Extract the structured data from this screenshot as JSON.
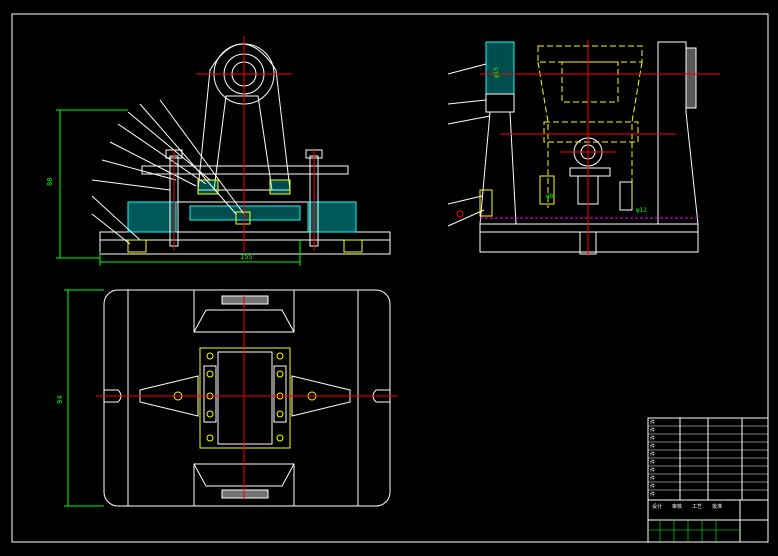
{
  "drawing": {
    "colors": {
      "background": "#000000",
      "outline": "#ffffff",
      "dimension": "#00ff00",
      "centerline": "#ff0000",
      "phantom": "#ffff00",
      "hatch": "#00ffff",
      "hidden": "#ff00ff"
    },
    "front_view": {
      "dim_height": "88",
      "dim_width": "155"
    },
    "plan_view": {
      "dim_height": "94"
    },
    "side_view": {
      "notes": [
        "φ15",
        "φ8",
        "φ12"
      ]
    },
    "title_block": {
      "row_labels": [
        "件",
        "件",
        "件",
        "件",
        "件",
        "件",
        "件",
        "件",
        "件",
        "件"
      ],
      "footer_labels": [
        "设计",
        "审核",
        "工艺",
        "批准"
      ]
    }
  }
}
